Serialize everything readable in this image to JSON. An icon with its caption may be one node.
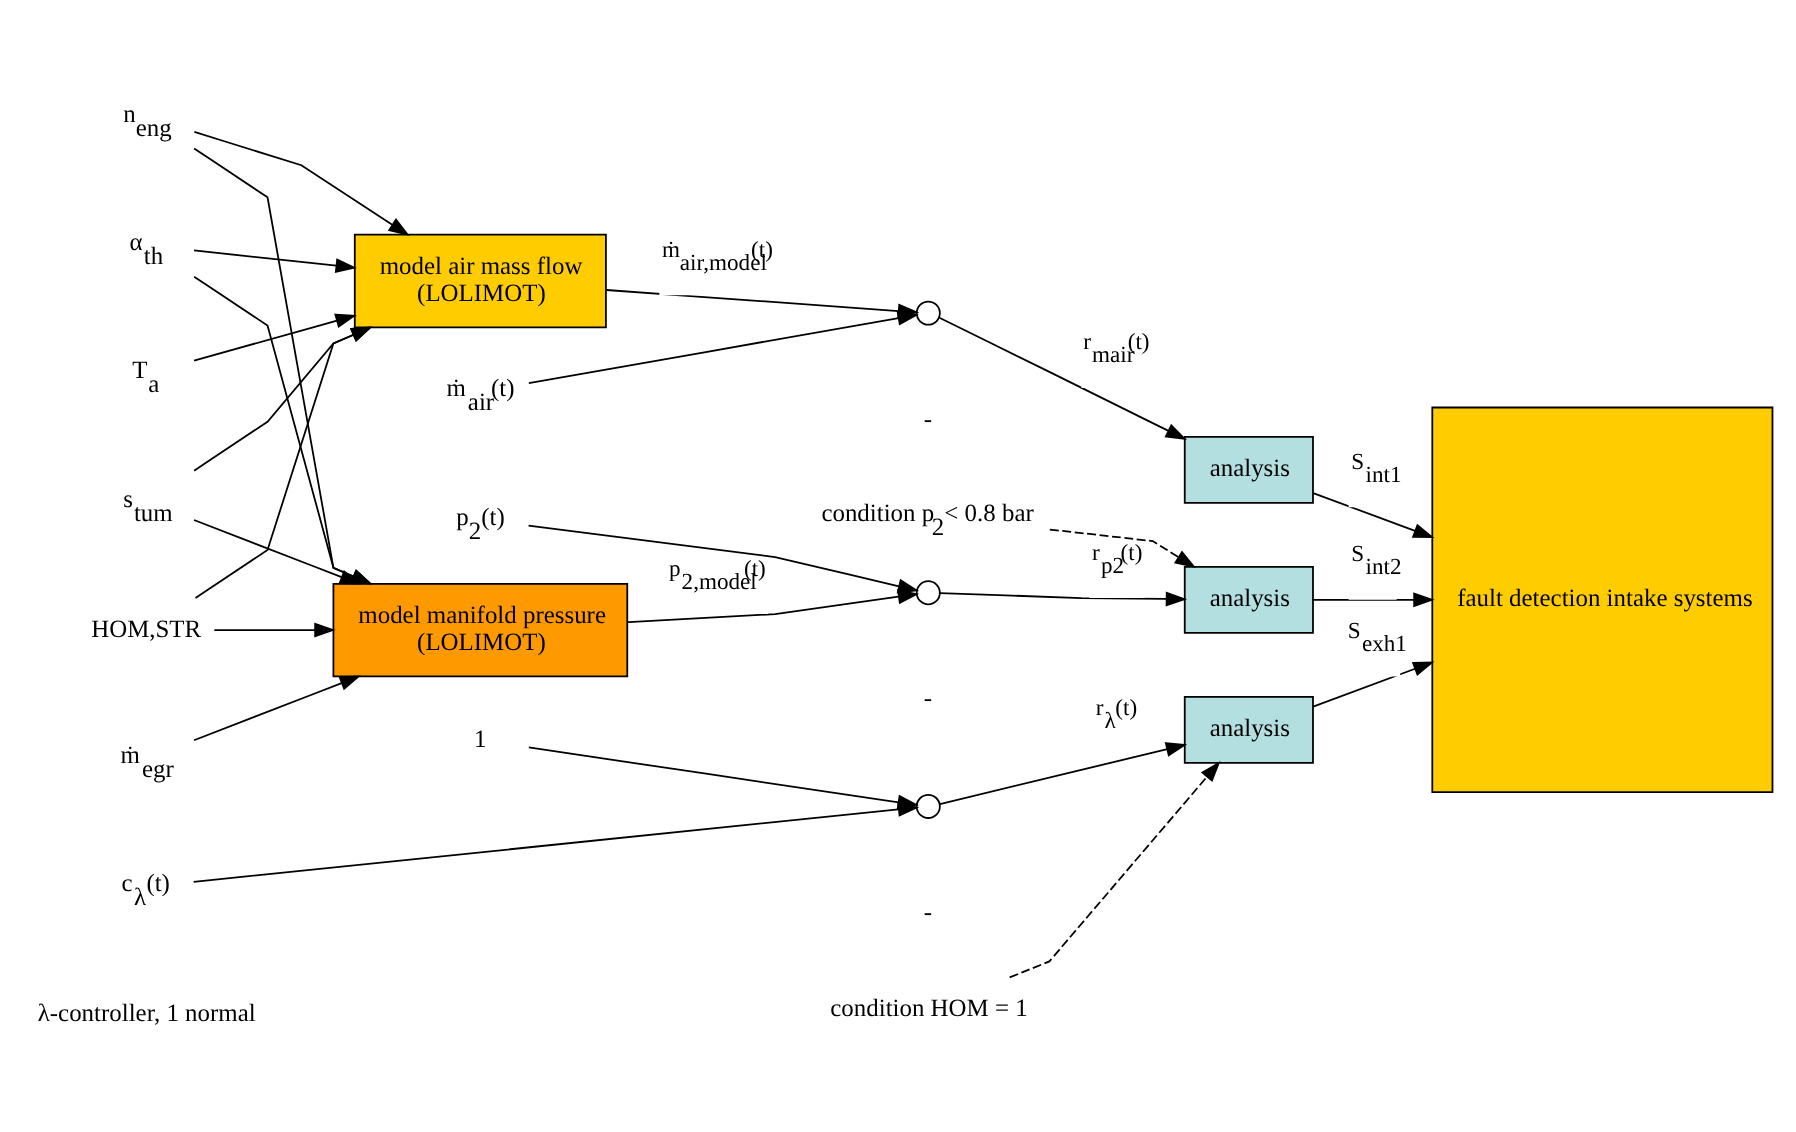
{
  "diagram": {
    "nodes": [
      {
        "text": [
          "n$_{eng}$"
        ]
      },
      {
        "text": [
          "α$_{th}$"
        ]
      },
      {
        "text": [
          "T$_{a}$"
        ]
      },
      {
        "text": [
          "s$_{tum}$"
        ]
      },
      {
        "text": [
          "HOM,STR"
        ]
      },
      {
        "text": [
          "ṁ$_{egr}$"
        ]
      },
      {
        "text": [
          "model air mass flow",
          "(LOLIMOT)"
        ]
      },
      {
        "text": [
          "model manifold pressure",
          "(LOLIMOT)"
        ]
      },
      {
        "text": [
          "ṁ$_{air}$(t)"
        ]
      },
      {
        "text": [],
        "shape": "circle"
      },
      {
        "text": [
          "analysis"
        ]
      },
      {
        "text": [
          "p$_{2}$(t)"
        ]
      },
      {
        "text": [],
        "shape": "circle"
      },
      {
        "text": [
          "analysis"
        ]
      },
      {
        "text": [
          "condition p$_{2}$< 0.8 bar"
        ]
      },
      {
        "text": [
          "1"
        ]
      },
      {
        "text": [
          "c$_{λ}$(t)"
        ]
      },
      {
        "text": [],
        "shape": "circle"
      },
      {
        "text": [
          "analysis"
        ]
      },
      {
        "text": [
          "condition HOM = 1"
        ]
      },
      {
        "text": [
          "fault detection intake systems"
        ]
      }
    ],
    "edges": [
      {
        "from": 0,
        "to": 6,
        "arrow": "to"
      },
      {
        "from": 0,
        "to": 7,
        "arrow": "to"
      },
      {
        "from": 1,
        "to": 6,
        "arrow": "to"
      },
      {
        "from": 1,
        "to": 7,
        "arrow": "to"
      },
      {
        "from": 2,
        "to": 6,
        "arrow": "to"
      },
      {
        "from": 3,
        "to": 6,
        "arrow": "to"
      },
      {
        "from": 3,
        "to": 7,
        "arrow": "to"
      },
      {
        "from": 4,
        "to": 6,
        "arrow": "to"
      },
      {
        "from": 4,
        "to": 7,
        "arrow": "to"
      },
      {
        "from": 5,
        "to": 7,
        "arrow": "to"
      },
      {
        "from": 6,
        "to": 9,
        "arrow": "to",
        "label": "ṁ$_{air,model}$(t)"
      },
      {
        "from": 8,
        "to": 9,
        "arrow": "to"
      },
      {
        "from": 9,
        "to": 10,
        "arrow": "to",
        "label": "r$_{mair}$(t)"
      },
      {
        "from": 10,
        "to": 20,
        "arrow": "to",
        "label": "S$_{int1}$"
      },
      {
        "from": 7,
        "to": 12,
        "arrow": "to",
        "label": "p$_{2,model}$(t)"
      },
      {
        "from": 11,
        "to": 12,
        "arrow": "to"
      },
      {
        "from": 12,
        "to": 13,
        "arrow": "to",
        "label": "r$_{p2}$(t)"
      },
      {
        "from": 14,
        "to": 13,
        "arrow": "to",
        "style": "dashed"
      },
      {
        "from": 13,
        "to": 20,
        "arrow": "to",
        "label": "S$_{int2}$"
      },
      {
        "from": 15,
        "to": 17,
        "arrow": "to"
      },
      {
        "from": 16,
        "to": 17,
        "arrow": "to"
      },
      {
        "from": 17,
        "to": 18,
        "arrow": "to",
        "label": "r$_{λ}$(t)"
      },
      {
        "from": 19,
        "to": 18,
        "arrow": "to",
        "style": "dashed"
      },
      {
        "from": 18,
        "to": 20,
        "arrow": "to",
        "label": "S$_{exh1}$"
      }
    ],
    "labels": [
      "-",
      "-",
      "-",
      "λ-controller, 1 normal"
    ]
  }
}
